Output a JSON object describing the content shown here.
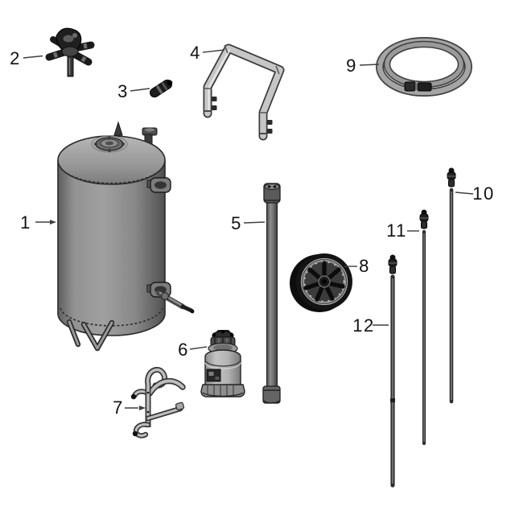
{
  "diagram_type": "exploded-parts-diagram",
  "callouts": [
    {
      "number": "1"
    },
    {
      "number": "2"
    },
    {
      "number": "3"
    },
    {
      "number": "4"
    },
    {
      "number": "5"
    },
    {
      "number": "6"
    },
    {
      "number": "7"
    },
    {
      "number": "8"
    },
    {
      "number": "9"
    },
    {
      "number": "10"
    },
    {
      "number": "11"
    },
    {
      "number": "12"
    }
  ],
  "colors": {
    "background": "#ffffff",
    "label_text": "#111111",
    "leader_line": "#3f3f3f",
    "outline": "#1a1a1a",
    "metal_light": "#c6c6c6",
    "metal_mid": "#8f8f8f",
    "metal_dark": "#4a4a4a",
    "rubber_black": "#141414"
  }
}
